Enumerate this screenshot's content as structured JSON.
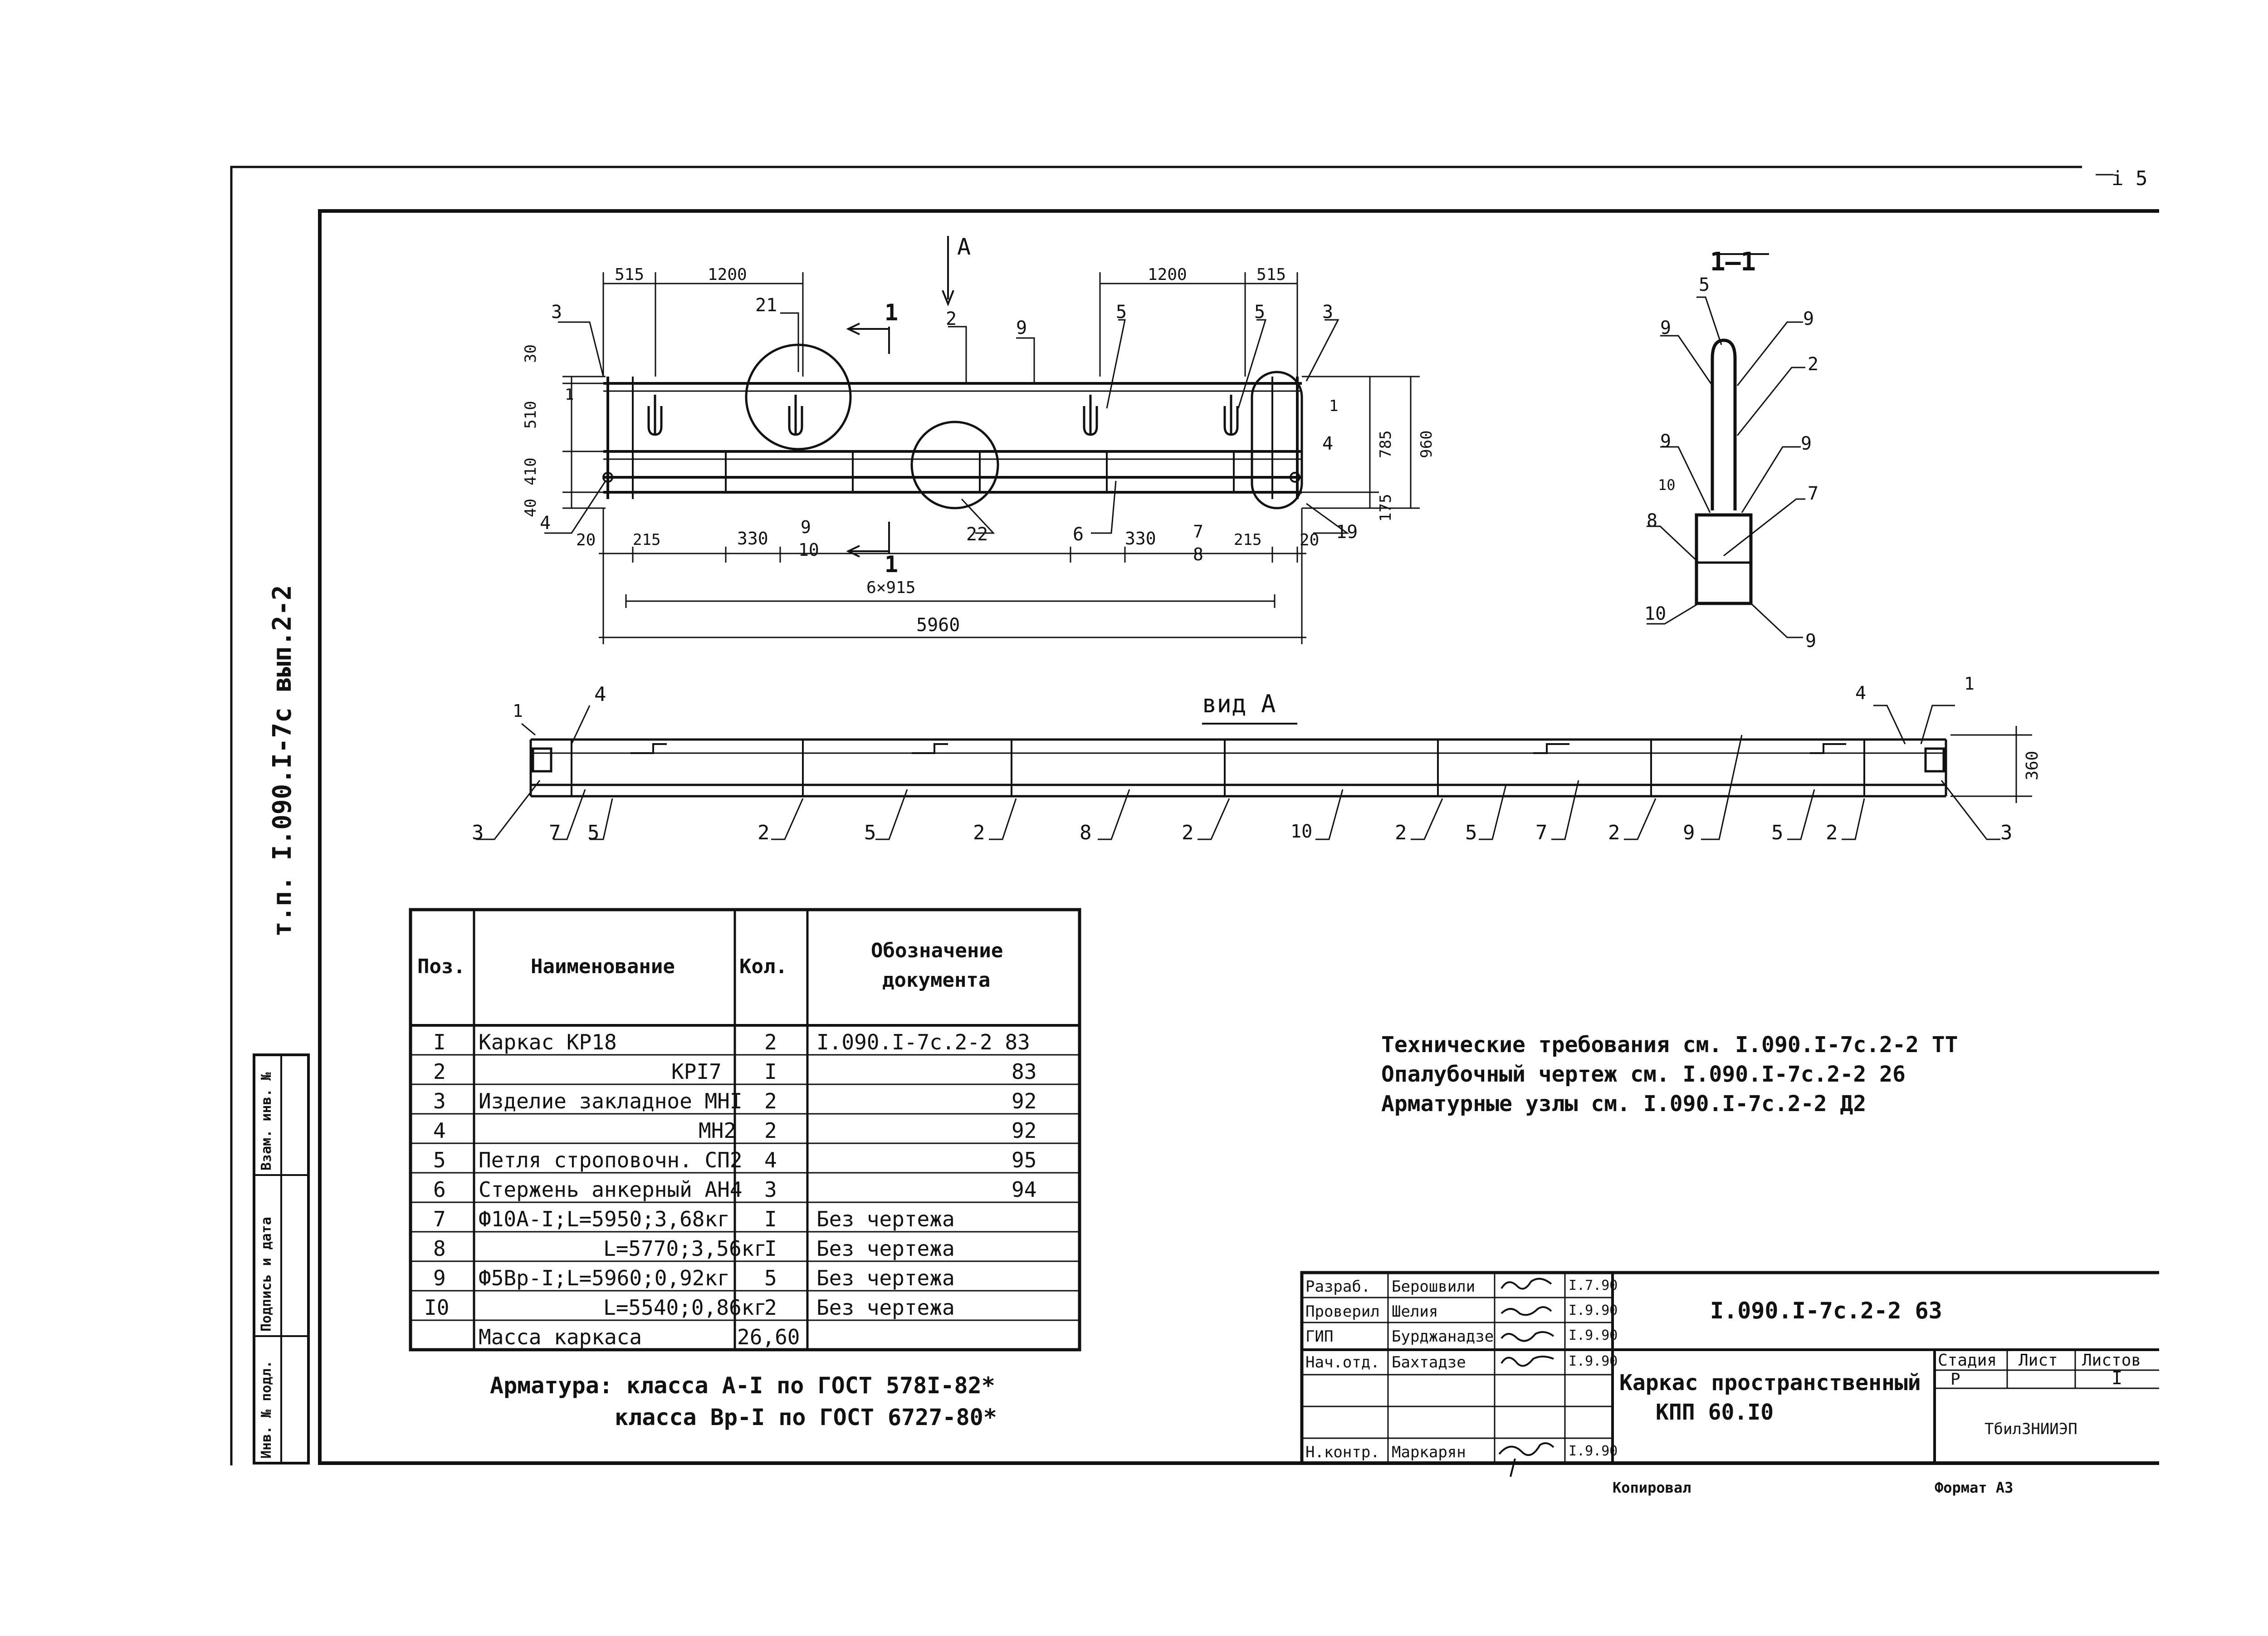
{
  "page_number": "i 5",
  "side_stamp": "т.п. I.090.I-7с вып.2-2",
  "side_column": {
    "inv_podl": "Инв. № подл.",
    "podpis_data": "Подпись и дата",
    "vzam_inv": "Взам. инв. №"
  },
  "drawing": {
    "view_a_arrow": "А",
    "section_mark": "1",
    "section_title": "1—1",
    "view_a_title": "вид А",
    "dims_top": {
      "d515l": "515",
      "d1200l": "1200",
      "d1200r": "1200",
      "d515r": "515"
    },
    "dims_left": {
      "d30": "30",
      "d510": "510",
      "d410": "410",
      "d40": "40"
    },
    "dims_right": {
      "d785": "785",
      "d175": "175",
      "d960": "960"
    },
    "dims_bottom": {
      "d20l": "20",
      "d215l": "215",
      "d330l": "330",
      "d330r": "330",
      "d215r": "215",
      "d20r": "20",
      "d6x915": "6×915",
      "d5960": "5960"
    },
    "view_a_dim": "360",
    "leaders_front": {
      "p3l": "3",
      "p1l": "1",
      "p4l": "4",
      "p21": "21",
      "p2": "2",
      "p9": "9",
      "p5a": "5",
      "p5b": "5",
      "p3r": "3",
      "p1r": "1",
      "p4r": "4",
      "p19": "19",
      "p9_10_top": "9",
      "p9_10_bot": "10",
      "p22": "22",
      "p6": "6",
      "p7_8_top": "7",
      "p7_8_bot": "8"
    },
    "leaders_section": {
      "s5": "5",
      "s9a": "9",
      "s9b": "9",
      "s2": "2",
      "s9c": "9",
      "s9d": "9",
      "s10a": "10",
      "s8": "8",
      "s7": "7",
      "s10b": "10",
      "s9e": "9"
    },
    "leaders_view_a": [
      "3",
      "7",
      "5",
      "2",
      "5",
      "2",
      "8",
      "2",
      "10",
      "2",
      "5",
      "7",
      "2",
      "9",
      "5",
      "2",
      "3"
    ],
    "leaders_view_a_top": {
      "v1l": "1",
      "v4l": "4",
      "v4r": "4",
      "v1r": "1"
    }
  },
  "spec_table": {
    "headers": {
      "pos": "Поз.",
      "name": "Наименование",
      "qty": "Кол.",
      "doc_line1": "Обозначение",
      "doc_line2": "документа"
    },
    "rows": [
      {
        "pos": "I",
        "name": "Каркас КР18",
        "qty": "2",
        "doc": "I.090.I-7с.2-2 83"
      },
      {
        "pos": "2",
        "name": "КРI7",
        "qty": "I",
        "doc": "83"
      },
      {
        "pos": "3",
        "name": "Изделие закладное МНI",
        "qty": "2",
        "doc": "92"
      },
      {
        "pos": "4",
        "name": "МН2",
        "qty": "2",
        "doc": "92"
      },
      {
        "pos": "5",
        "name": "Петля строповочн. СП2",
        "qty": "4",
        "doc": "95"
      },
      {
        "pos": "6",
        "name": "Стержень анкерный АН4",
        "qty": "3",
        "doc": "94"
      },
      {
        "pos": "7",
        "name": "Ф10А-I;L=5950;3,68кг",
        "qty": "I",
        "doc": "Без чертежа"
      },
      {
        "pos": "8",
        "name": "L=5770;3,56кг",
        "qty": "I",
        "doc": "Без чертежа"
      },
      {
        "pos": "9",
        "name": "Ф5Вр-I;L=5960;0,92кг",
        "qty": "5",
        "doc": "Без чертежа"
      },
      {
        "pos": "I0",
        "name": "L=5540;0,86кг",
        "qty": "2",
        "doc": "Без чертежа"
      },
      {
        "pos": "",
        "name": "Масса каркаса",
        "qty": "26,60",
        "doc": ""
      }
    ]
  },
  "armature_note": {
    "line1": "Арматура: класса А-I по ГОСТ 578I-82*",
    "line2": "класса Вр-I по ГОСТ 6727-80*"
  },
  "tech_notes": [
    "Технические требования см. I.090.I-7с.2-2 ТТ",
    "Опалубочный чертеж см. I.090.I-7с.2-2 26",
    "Арматурные узлы см. I.090.I-7с.2-2 Д2"
  ],
  "title_block": {
    "roles": [
      {
        "role": "Разраб.",
        "name": "Берошвили",
        "date": "I.7.90"
      },
      {
        "role": "Проверил",
        "name": "Шелия",
        "date": "I.9.90"
      },
      {
        "role": "ГИП",
        "name": "Бурджанадзе",
        "date": "I.9.90"
      },
      {
        "role": "Нач.отд.",
        "name": "Бахтадзе",
        "date": "I.9.90"
      },
      {
        "role": "",
        "name": "",
        "date": ""
      },
      {
        "role": "",
        "name": "",
        "date": ""
      },
      {
        "role": "Н.контр.",
        "name": "Маркарян",
        "date": "I.9.90"
      }
    ],
    "doc_code": "I.090.I-7с.2-2 63",
    "title_line1": "Каркас пространственный",
    "title_line2": "КПП 60.I0",
    "stage_header": "Стадия",
    "sheet_header": "Лист",
    "sheets_header": "Листов",
    "stage_value": "Р",
    "sheets_value": "I",
    "org": "ТбилЗНИИЭП"
  },
  "footer": {
    "copied": "Копировал",
    "format": "Формат А3"
  }
}
